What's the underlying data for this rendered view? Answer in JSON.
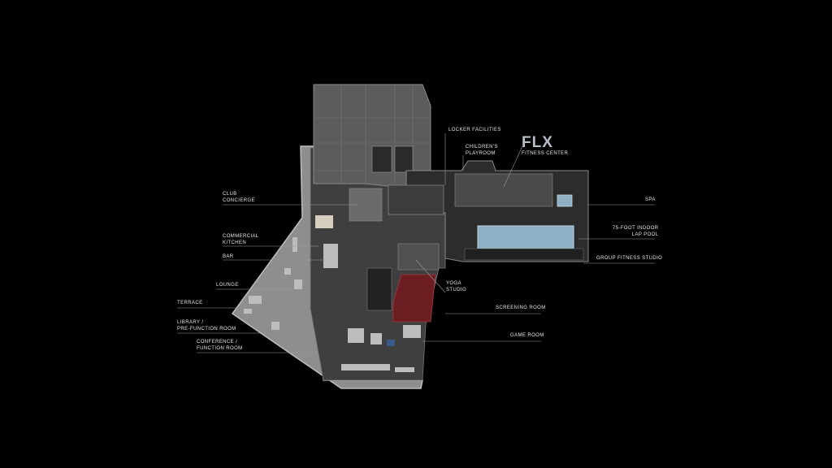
{
  "logo": {
    "text": "FLX",
    "subtitle": "FITNESS CENTER"
  },
  "labels": {
    "locker": "LOCKER FACILITIES",
    "children": [
      "CHILDREN'S",
      "PLAYROOM"
    ],
    "club": [
      "CLUB",
      "CONCIERGE"
    ],
    "kitchen": [
      "COMMERCIAL",
      "KITCHEN"
    ],
    "bar": "BAR",
    "lounge": "LOUNGE",
    "terrace": "TERRACE",
    "library": [
      "LIBRARY /",
      "PRE-FUNCTION ROOM"
    ],
    "conference": [
      "CONFERENCE /",
      "FUNCTION ROOM"
    ],
    "yoga": [
      "YOGA",
      "STUDIO"
    ],
    "screening": "SCREENING ROOM",
    "game": "GAME ROOM",
    "spa": "SPA",
    "pool": [
      "75-FOOT INDOOR",
      "LAP POOL"
    ],
    "group": "GROUP FITNESS STUDIO"
  },
  "colors": {
    "background": "#000000",
    "tower": "#5a5a5a",
    "terrace": "#8e8e8e",
    "amenity": "#3c3c3c",
    "fitness": "#262626",
    "pool": "#8fb0c4",
    "screening": "#6b1d22",
    "leader": "#9a9a9a"
  }
}
